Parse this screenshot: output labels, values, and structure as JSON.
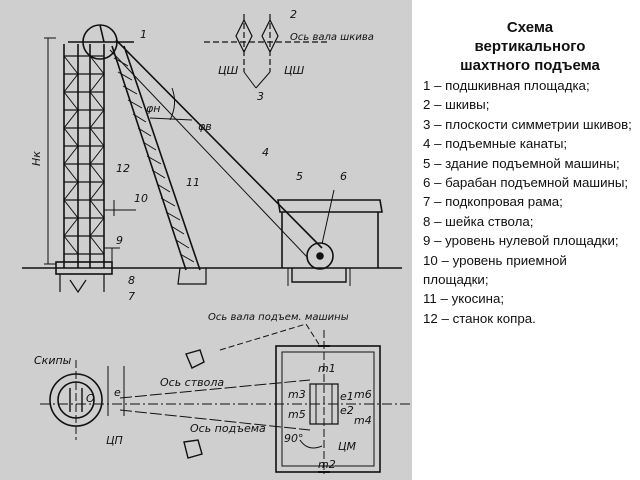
{
  "title": {
    "line1": "Схема",
    "line2": "вертикального",
    "line3": "шахтного подъема"
  },
  "legend": [
    "1 – подшкивная площадка;",
    "2 – шкивы;",
    "3 – плоскости симметрии шкивов;",
    "4 – подъемные канаты;",
    "5 – здание подъемной машины;",
    "6 – барабан подъемной машины;",
    "7 – подкопровая рама;",
    "8 – шейка ствола;",
    "9 – уровень нулевой площадки;",
    "10 – уровень приемной площадки;",
    "11 – укосина;",
    "12 – станок копра."
  ],
  "drawing": {
    "numbers": [
      "1",
      "2",
      "3",
      "4",
      "5",
      "6",
      "7",
      "8",
      "9",
      "10",
      "11",
      "12"
    ],
    "label_hk": "Hк",
    "label_phi_n": "φн",
    "label_phi_v": "φв",
    "label_pulley_axis": "Ось вала шкива",
    "label_csh_left": "ЦШ",
    "label_csh_right": "ЦШ",
    "label_machine_axis": "Ось вала подъем. машины",
    "label_skips": "Скипы",
    "label_shaft_axis": "Ось ствола",
    "label_hoist_axis": "Ось подъема",
    "label_cp": "ЦП",
    "label_cm": "ЦМ",
    "label_angle": "90°",
    "label_m1": "m1",
    "label_m2": "m2",
    "label_m3": "m3",
    "label_m4": "m4",
    "label_m5": "m5",
    "label_m6": "m6",
    "label_e": "e",
    "label_e1": "e1",
    "label_e2": "e2",
    "label_o": "O"
  }
}
